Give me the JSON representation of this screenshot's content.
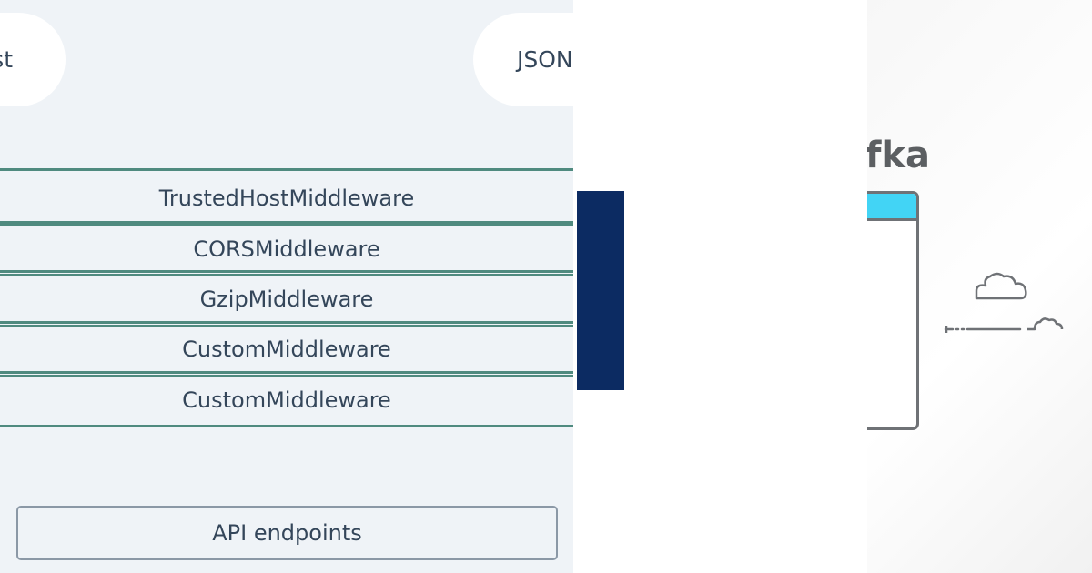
{
  "left_panel": {
    "pill_request_text": "st",
    "pill_response_text": "JSON",
    "middlewares": [
      "TrustedHostMiddleware",
      "CORSMiddleware",
      "GzipMiddleware",
      "CustomMiddleware",
      "CustomMiddleware"
    ],
    "api_label": "API endpoints"
  },
  "right_panel": {
    "brand_fragment": "fka"
  },
  "colors": {
    "panel_bg": "#eff3f7",
    "line_green": "#4f8a7f",
    "navy": "#0c2b62",
    "window_header": "#42d4f5",
    "brand_gray": "#5c5f62"
  },
  "icons": [
    "cloud-icon",
    "small-cloud-icon"
  ]
}
